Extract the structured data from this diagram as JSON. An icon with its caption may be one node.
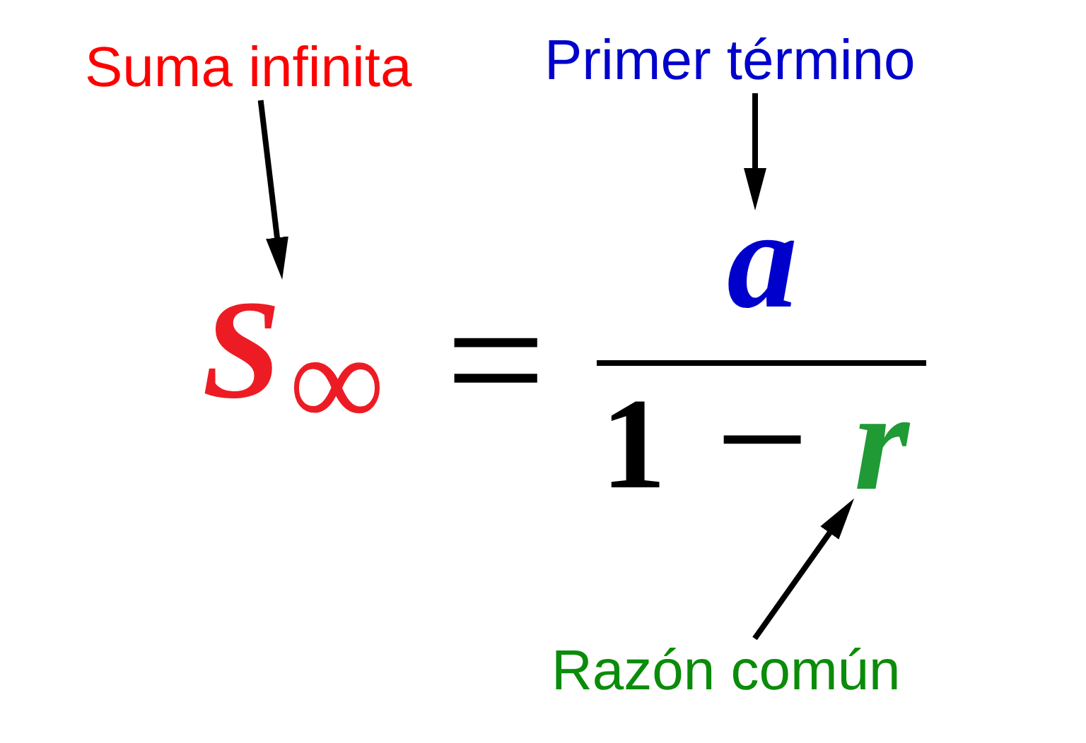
{
  "diagram": {
    "nodes": [
      {
        "text": [
          "Suma infinita"
        ]
      },
      {
        "text": [
          "Primer término"
        ]
      },
      {
        "text": [
          "S$_{∞}$"
        ]
      },
      {
        "text": [
          "a"
        ]
      },
      {
        "text": [
          "r"
        ]
      },
      {
        "text": [
          "Razón común"
        ]
      }
    ],
    "edges": [
      {
        "from": 0,
        "to": 2,
        "arrow": "to"
      },
      {
        "from": 1,
        "to": 3,
        "arrow": "to"
      },
      {
        "from": 5,
        "to": 4,
        "arrow": "to"
      }
    ],
    "labels": [
      "=",
      "1",
      "−"
    ]
  }
}
